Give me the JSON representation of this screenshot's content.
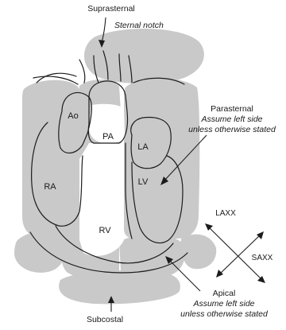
{
  "labels": {
    "suprasternal": "Suprasternal",
    "sternal_notch": "Sternal notch",
    "parasternal": "Parasternal",
    "parasternal_note_1": "Assume left side",
    "parasternal_note_2": "unless otherwise stated",
    "ao": "Ao",
    "pa": "PA",
    "la": "LA",
    "ra": "RA",
    "lv": "LV",
    "rv": "RV",
    "laxx": "LAXX",
    "saxx": "SAXX",
    "apical": "Apical",
    "apical_note_1": "Assume left side",
    "apical_note_2": "unless otherwise stated",
    "subcostal": "Subcostal"
  }
}
